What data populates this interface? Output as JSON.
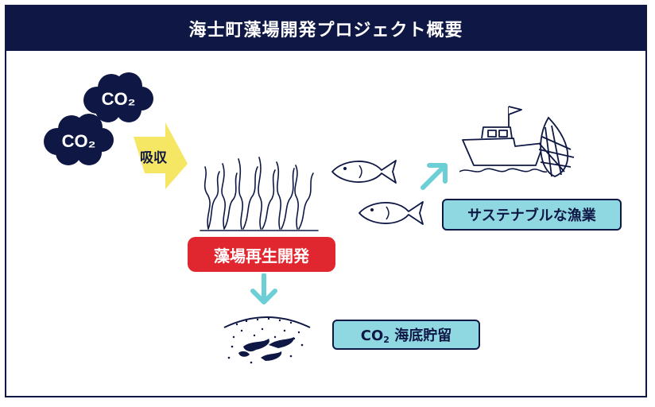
{
  "title": "海士町藻場開発プロジェクト概要",
  "co2_cloud_top": "CO₂",
  "co2_cloud_left": "CO₂",
  "absorb_label": "吸収",
  "seaweed_label": "藻場再生開発",
  "fishery_label": "サステナブルな漁業",
  "storage_label_prefix": "CO",
  "storage_label_sub": "2",
  "storage_label_suffix": " 海底貯留",
  "colors": {
    "navy": "#0f1845",
    "red": "#e0262e",
    "cyan": "#8fd8e2",
    "arrow_cyan": "#6ccfd6",
    "yellow": "#f5e663"
  }
}
